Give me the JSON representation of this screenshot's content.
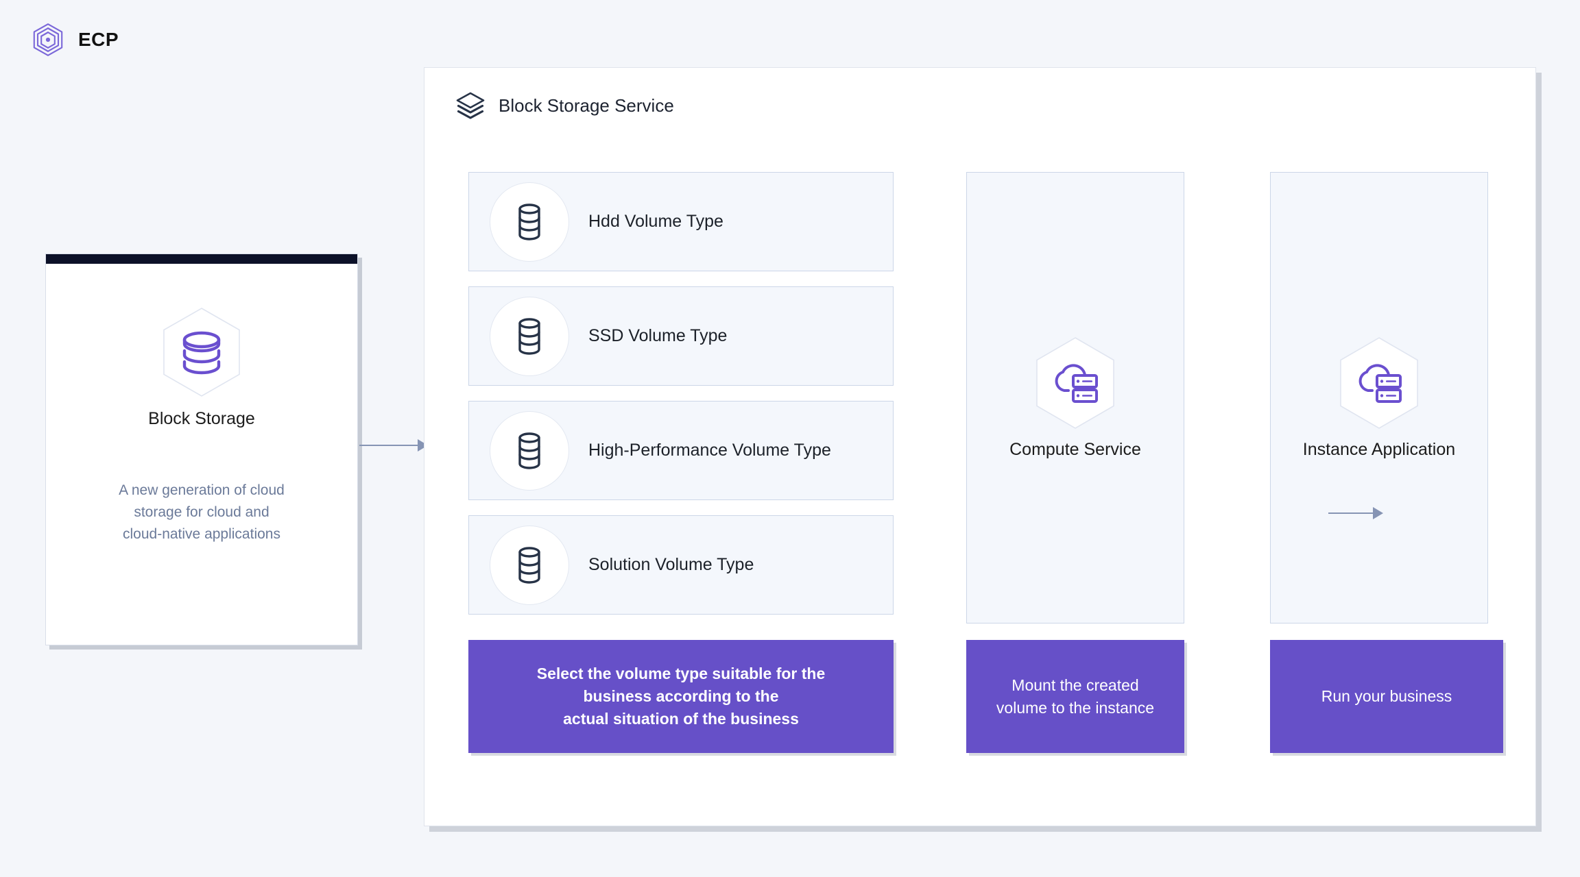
{
  "brand": {
    "name": "ECP",
    "logo_icon": "ecp-hexagon-swirl-icon",
    "logo_color": "#7b68d9"
  },
  "theme": {
    "page_background": "#f4f6fa",
    "accent_purple": "#6650c8",
    "dark_navy": "#0c1128",
    "panel_tint": "#f4f7fc",
    "border_blue": "#ccd6e8",
    "arrow_color": "#8694b4",
    "muted_text": "#6b7a99"
  },
  "product_card": {
    "title": "Block Storage",
    "icon": "database-stack-icon",
    "description": "A new generation of cloud\nstorage for cloud and\ncloud-native applications",
    "description_lines": [
      "A new generation of cloud",
      "storage for cloud and",
      "cloud-native applications"
    ]
  },
  "service_panel": {
    "title": "Block Storage Service",
    "title_icon": "layers-stack-icon",
    "volume_types": [
      {
        "label": "Hdd Volume Type",
        "icon": "database-cylinder-icon"
      },
      {
        "label": "SSD Volume Type",
        "icon": "database-cylinder-icon"
      },
      {
        "label": "High-Performance Volume Type",
        "icon": "database-cylinder-icon"
      },
      {
        "label": "Solution Volume Type",
        "icon": "database-cylinder-icon"
      }
    ],
    "stages": [
      {
        "label": "Compute Service",
        "icon": "cloud-server-icon"
      },
      {
        "label": "Instance Application",
        "icon": "cloud-server-icon"
      }
    ],
    "captions": {
      "volumes": "Select the volume type suitable for the\nbusiness according to the\nactual situation of the business",
      "compute": "Mount the created\nvolume to the  instance",
      "instance": "Run your business"
    }
  },
  "arrows": [
    {
      "name": "storage-to-service",
      "from": "Block Storage",
      "to": "Block Storage Service"
    },
    {
      "name": "volumes-to-compute",
      "from": "Volume Types",
      "to": "Compute Service"
    },
    {
      "name": "compute-to-instance",
      "from": "Compute Service",
      "to": "Instance Application"
    }
  ]
}
